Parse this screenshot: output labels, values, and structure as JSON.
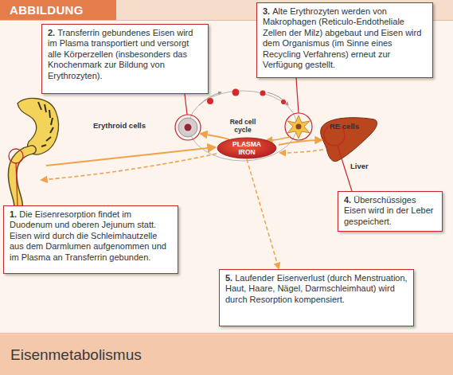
{
  "diagram": {
    "title": "ABBILDUNG",
    "caption": "Eisenmetabolismus",
    "nodes": [
      {
        "text": [
          "2.",
          "Transferrin gebundenes Eisen wird im Plasma transportiert und versorgt alle Körperzellen (insbesonders das Knochenmark zur Bildung von Erythrozyten)."
        ]
      },
      {
        "text": [
          "3.",
          "Alte Erythrozyten werden von Makrophagen (Reticulo-Endotheliale Zellen der Milz) abgebaut und Eisen wird dem Organismus (im Sinne eines Recycling Verfahrens) erneut zur Verfügung gestellt."
        ]
      },
      {
        "text": [
          "PLASMA IRON"
        ]
      },
      {
        "text": [
          "1.",
          "Die Eisenresorption findet im Duodenum und oberen Jejunum statt. Eisen wird durch die Schleimhautzelle aus dem Darmlumen aufgenommen und im Plasma an Transferrin gebunden."
        ]
      },
      {
        "text": [
          "4.",
          "Überschüssiges Eisen wird in der Leber gespeichert."
        ]
      },
      {
        "text": [
          "5.",
          "Laufender Eisenverlust (durch Menstruation, Haut, Haare, Nägel, Darmschleimhaut) wird durch Resorption kompensiert."
        ]
      }
    ],
    "edges": [
      {
        "from": 2,
        "to": 5,
        "arrow": "to"
      }
    ],
    "labels": [
      "Erythroid cells",
      "Red cell cycle",
      "RE cells",
      "Liver"
    ]
  }
}
